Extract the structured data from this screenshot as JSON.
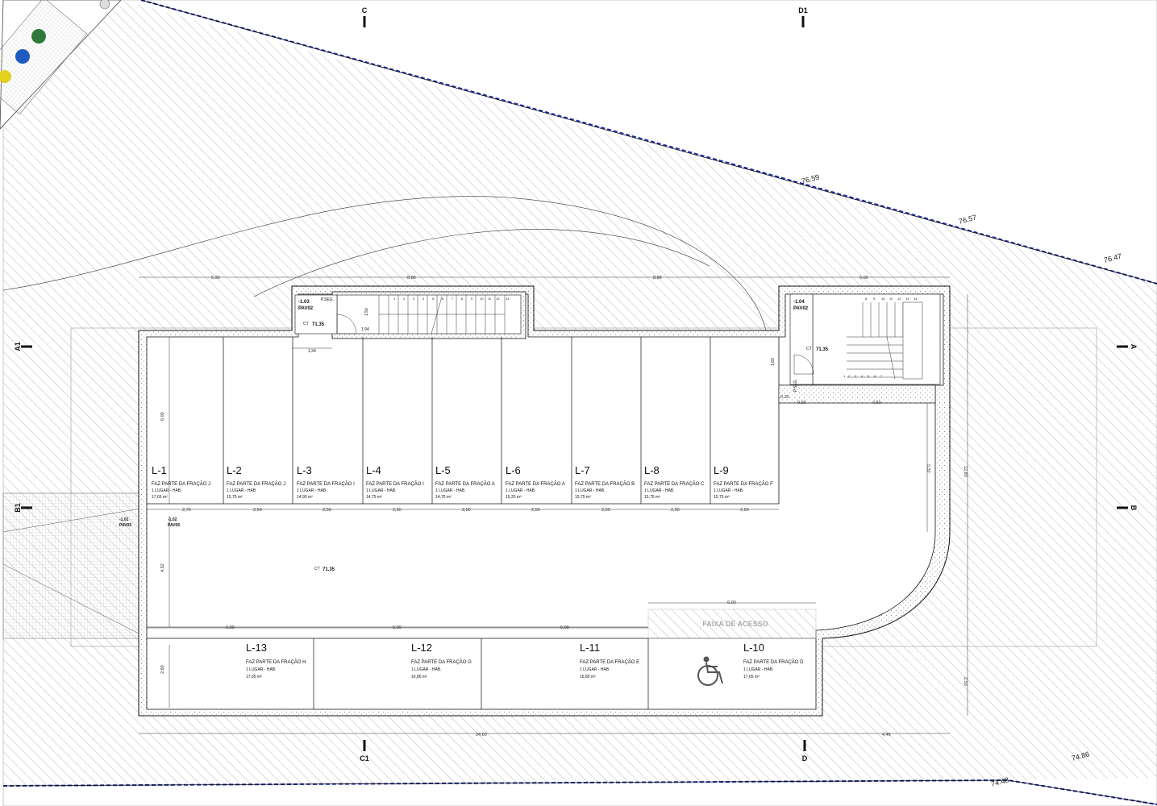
{
  "section_markers": {
    "top_c": "C",
    "top_d1": "D1",
    "bottom_c1": "C1",
    "bottom_d": "D",
    "left_a1": "A1",
    "left_b1": "B1",
    "right_a": "A",
    "right_b": "B"
  },
  "elevations": {
    "e1": "76.59",
    "e2": "76.57",
    "e3": "76.47",
    "e4": "74.86",
    "e5": "74.48"
  },
  "stair_left": {
    "level": "-1.03",
    "pav": "PAV02",
    "pseg": "P.SEG.",
    "ct_prefix": "CT",
    "ct_value": "71.35",
    "dim_a": "1,50",
    "dim_b": "1,94",
    "dim_c": "1,34",
    "steps": [
      "1",
      "2",
      "3",
      "4",
      "5",
      "6",
      "7",
      "8",
      "9",
      "10",
      "11",
      "12",
      "13"
    ]
  },
  "stair_right": {
    "level": "-1.04",
    "pav": "PAV02",
    "pseg": "P.SEG.",
    "ct_prefix": "CT",
    "ct_value": "71.35",
    "dim_a": "1,60",
    "steps": [
      "1",
      "2",
      "3",
      "4",
      "5",
      "6",
      "7",
      "8",
      "9",
      "10",
      "11",
      "12",
      "13",
      "14"
    ]
  },
  "garage": {
    "pav05_level": "-1.01",
    "pav05": "PAV05",
    "pav06_level": "-1.02",
    "pav06": "PAV06",
    "ct_prefix": "CT",
    "ct_value": "71.35",
    "access_strip": "FAIXA DE ACESSO"
  },
  "spaces_top": [
    {
      "id": "L-1",
      "fraction": "FAZ PARTE DA FRAÇÃO J",
      "lugar": "1 LUGAR - HAB.",
      "area": "17,65 m²"
    },
    {
      "id": "L-2",
      "fraction": "FAZ PARTE DA FRAÇÃO J",
      "lugar": "1 LUGAR - HAB.",
      "area": "15,75 m²"
    },
    {
      "id": "L-3",
      "fraction": "FAZ PARTE DA FRAÇÃO I",
      "lugar": "1 LUGAR - HAB.",
      "area": "14,90 m²"
    },
    {
      "id": "L-4",
      "fraction": "FAZ PARTE DA FRAÇÃO I",
      "lugar": "1 LUGAR - HAB.",
      "area": "14,75 m²"
    },
    {
      "id": "L-5",
      "fraction": "FAZ PARTE DA FRAÇÃO A",
      "lugar": "1 LUGAR - HAB.",
      "area": "14,75 m²"
    },
    {
      "id": "L-6",
      "fraction": "FAZ PARTE DA FRAÇÃO A",
      "lugar": "1 LUGAR - HAB.",
      "area": "15,20 m²"
    },
    {
      "id": "L-7",
      "fraction": "FAZ PARTE DA FRAÇÃO B",
      "lugar": "1 LUGAR - HAB.",
      "area": "15,75 m²"
    },
    {
      "id": "L-8",
      "fraction": "FAZ PARTE DA FRAÇÃO C",
      "lugar": "1 LUGAR - HAB.",
      "area": "15,75 m²"
    },
    {
      "id": "L-9",
      "fraction": "FAZ PARTE DA FRAÇÃO F",
      "lugar": "1 LUGAR - HAB.",
      "area": "15,75 m²"
    }
  ],
  "spaces_bottom": [
    {
      "id": "L-13",
      "fraction": "FAZ PARTE DA FRAÇÃO H",
      "lugar": "1 LUGAR - HAB.",
      "area": "17,65 m²"
    },
    {
      "id": "L-12",
      "fraction": "FAZ PARTE DA FRAÇÃO G",
      "lugar": "1 LUGAR - HAB.",
      "area": "16,80 m²"
    },
    {
      "id": "L-11",
      "fraction": "FAZ PARTE DA FRAÇÃO E",
      "lugar": "1 LUGAR - HAB.",
      "area": "16,80 m²"
    },
    {
      "id": "L-10",
      "fraction": "FAZ PARTE DA FRAÇÃO D",
      "lugar": "1 LUGAR - HAB.",
      "area": "17,65 m²"
    }
  ],
  "dims": {
    "top_row": [
      "5,30",
      "8,88",
      "8,88",
      "6,00"
    ],
    "mid_row": [
      "2,76",
      "2,50",
      "2,50",
      "2,50",
      "2,50",
      "2,50",
      "2,50",
      "2,50",
      "2,50"
    ],
    "low_row": [
      "6,00",
      "6,00",
      "6,00"
    ],
    "access": "6,00",
    "bottom_total": "24,60",
    "bottom_right": "4,46",
    "v_top_space": "6,00",
    "v_aisle": "4,62",
    "v_bottom_space": "2,60",
    "v_right_1": "5,32",
    "v_right_2": "12,80",
    "v_right_3": "2,50",
    "right_stair_w1": "0,30",
    "right_stair_w2": "0,90",
    "right_stair_w3": "4,50"
  }
}
